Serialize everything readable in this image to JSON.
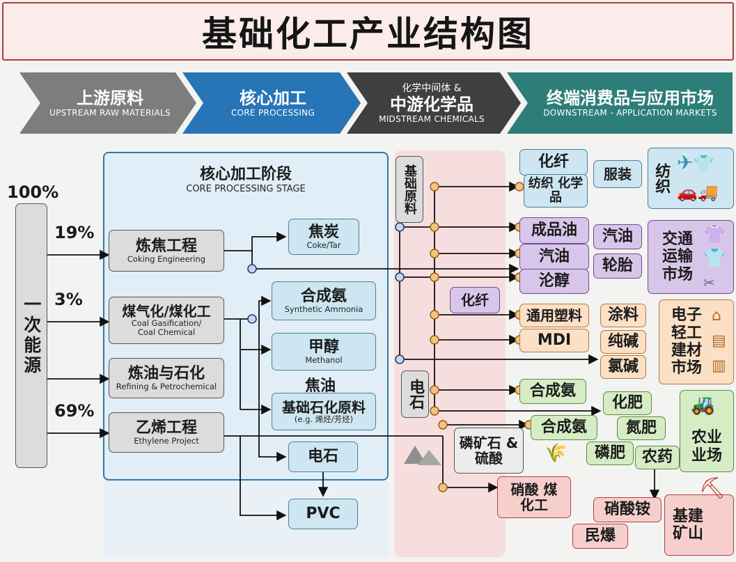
{
  "title": "基础化工产业结构图",
  "stages": [
    {
      "cn": "上游原料",
      "en": "UPSTREAM RAW MATERIALS",
      "color": "#7d7d7d"
    },
    {
      "cn": "核心加工",
      "en": "CORE PROCESSING",
      "color": "#2775b6"
    },
    {
      "cn_small": "化学中间体 &",
      "cn": "中游化学品",
      "en": "MIDSTREAM CHEMICALS",
      "color": "#3f3f3f"
    },
    {
      "cn": "终端消费品与应用市场",
      "en": "DOWNSTREAM - APPLICATION MARKETS",
      "color": "#2d7e78"
    }
  ],
  "upstream": {
    "total_pct": "100%",
    "source_label": "一次能源"
  },
  "shares": [
    "19%",
    "3%",
    "69%"
  ],
  "core_stage": {
    "title": "核心加工阶段",
    "subtitle": "CORE PROCESSING STAGE"
  },
  "processes": [
    {
      "cn": "炼焦工程",
      "en": "Coking Engineering"
    },
    {
      "cn": "煤气化/煤化工",
      "en1": "Coal Gasification/",
      "en2": "Coal Chemical"
    },
    {
      "cn": "炼油与石化",
      "en": "Refining & Petrochemical"
    },
    {
      "cn": "乙烯工程",
      "en": "Ethylene Project"
    }
  ],
  "core_products": {
    "coke": {
      "cn": "焦炭",
      "en": "Coke/Tar"
    },
    "ammonia": {
      "cn": "合成氨",
      "en": "Synthetic Ammonia"
    },
    "methanol": {
      "cn": "甲醇",
      "en": "Methanol"
    },
    "coal_tar": "焦油",
    "basic_petro": {
      "cn": "基础石化原料",
      "en": "(e.g. 烯烃/芳烃)"
    },
    "carbide": "电石",
    "pvc": "PVC"
  },
  "midstream": {
    "basic_raw_label": "基础原料",
    "carbide_label": "电石",
    "fiber_label": "化纤",
    "phosphate": "磷矿石 & 硫酸",
    "nitric": "硝酸 煤化工"
  },
  "downstream": {
    "fiber": "化纤",
    "textile_chem": "纺织 化学品",
    "clothing": "服装",
    "textile_market": "纺织",
    "refined_oil": "成品油",
    "gasoline_1": "汽油",
    "gasoline_2": "汽油",
    "tire": "轮胎",
    "ethanol": "沦醇",
    "transport_market": "交通 运输 市场",
    "plastics": "通用塑料",
    "mdi": "MDI",
    "coating": "涂料",
    "soda": "纯碱",
    "chlor_alkali": "氯碱",
    "electronics_market": "电子 轻工 建材 市场",
    "ammonia_1": "合成氨",
    "ammonia_2": "合成氨",
    "fertilizer": "化肥",
    "nitrogen_fert": "氮肥",
    "phosphate_fert": "磷肥",
    "pesticide": "农药",
    "agri_market": "农业 业场",
    "ammonium_nitrate": "硝酸铵",
    "explosives": "民爆",
    "construction_market": "基建 矿山"
  }
}
